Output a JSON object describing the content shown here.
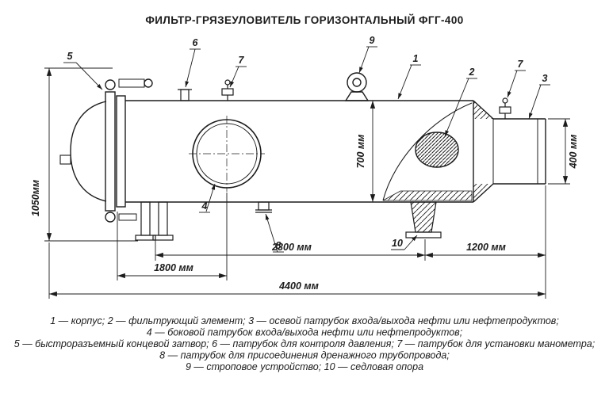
{
  "title": "ФИЛЬТР-ГРЯЗЕУЛОВИТЕЛЬ ГОРИЗОНТАЛЬНЫЙ ФГГ-400",
  "colors": {
    "line": "#1c1c1c",
    "background": "#ffffff"
  },
  "dimensions": {
    "total_height": "1050мм",
    "shell_diameter": "700 мм",
    "nozzle_diameter": "400 мм",
    "support_span": "2300 мм",
    "right_section": "1200 мм",
    "left_section": "1800 мм",
    "total_length": "4400 мм"
  },
  "callouts": {
    "c1": "1",
    "c2": "2",
    "c3": "3",
    "c4": "4",
    "c5": "5",
    "c6": "6",
    "c7_left": "7",
    "c7_right": "7",
    "c8": "8",
    "c9": "9",
    "c10": "10"
  },
  "legend": {
    "line1": "1 — корпус; 2 — фильтрующий элемент; 3 — осевой патрубок входа/выхода нефти или нефтепродуктов;",
    "line2": "4 — боковой патрубок входа/выхода нефти или нефтепродуктов;",
    "line3": "5 — быстроразъемный концевой затвор; 6 — патрубок для контроля давления; 7 — патрубок для установки манометра;",
    "line4": "8 — патрубок для присоединения дренажного трубопровода;",
    "line5": "9 — строповое устройство; 10 — седловая опора"
  }
}
